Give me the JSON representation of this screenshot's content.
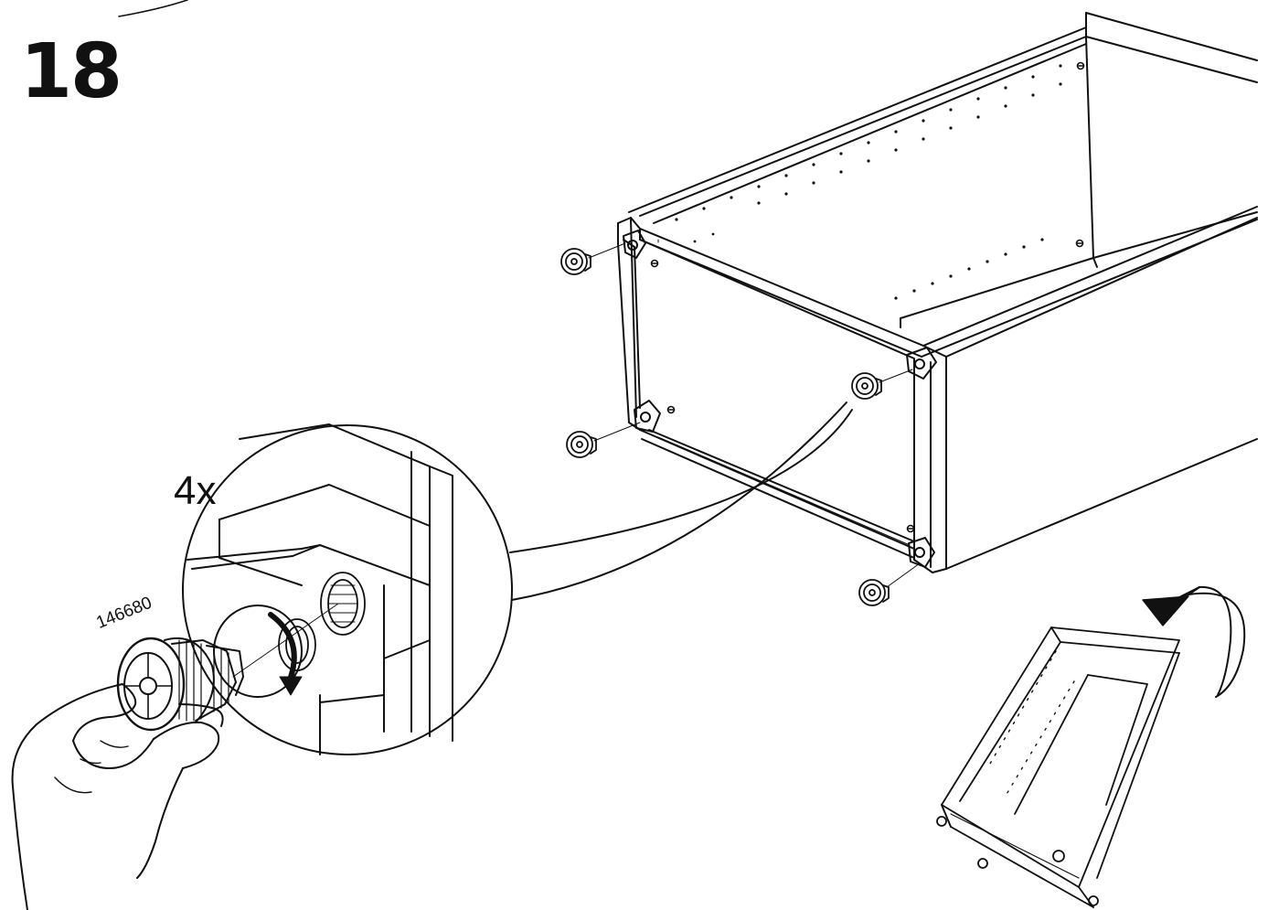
{
  "step": {
    "number": "18",
    "quantity": "4x",
    "part_number": "146680"
  },
  "icons": {
    "cabinet": "cabinet-frame-icon",
    "foot": "adjustable-foot-icon",
    "hand": "hand-icon",
    "rotate": "rotate-arrow-icon"
  },
  "colors": {
    "ink": "#111111",
    "paper": "#ffffff"
  }
}
